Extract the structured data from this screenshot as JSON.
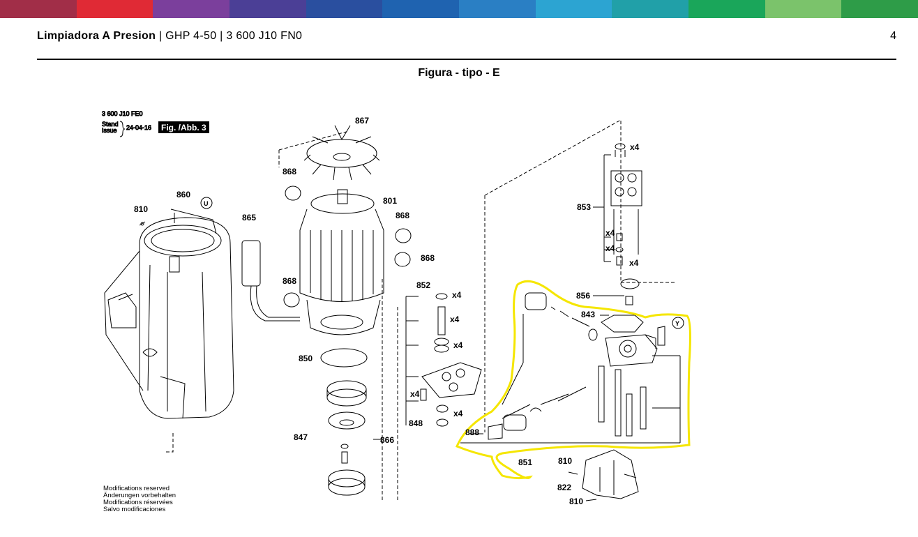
{
  "header": {
    "product": "Limpiadora A Presion",
    "separator": "|",
    "model": "GHP 4-50",
    "code": "3 600 J10 FN0",
    "page": "4"
  },
  "figure_title": "Figura - tipo - E",
  "top_bar_colors": [
    "#a12e48",
    "#e02a35",
    "#7b3f9c",
    "#4b3f96",
    "#2a4f9f",
    "#1f63b0",
    "#2a7fc4",
    "#2ca4d2",
    "#21a0a8",
    "#1aa65a",
    "#7bc36b",
    "#2e9c48"
  ],
  "highlight_color": "#f5e600",
  "diagram": {
    "drawing_code": "3 600 J10 FE0",
    "stand_label": "Stand",
    "issue_label": "Issue",
    "date": "24-04-16",
    "fig_tag": "Fig. /Abb. 3",
    "modifications": [
      "Modifications reserved",
      "Änderungen vorbehalten",
      "Modifications réservées",
      "Salvo modificaciones"
    ],
    "part_labels": {
      "p867": "867",
      "p868a": "868",
      "p801": "801",
      "p868b": "868",
      "p868c": "868",
      "p868d": "868",
      "p860": "860",
      "p810a": "810",
      "p865": "865",
      "p850": "850",
      "p847": "847",
      "p866": "866",
      "p852": "852",
      "p848": "848",
      "p853": "853",
      "p856": "856",
      "p843": "843",
      "p888": "888",
      "p851": "851",
      "p810b": "810",
      "p822": "822",
      "p810c": "810"
    },
    "markers": {
      "u": "U",
      "y": "Y"
    },
    "quantity": "x4"
  }
}
